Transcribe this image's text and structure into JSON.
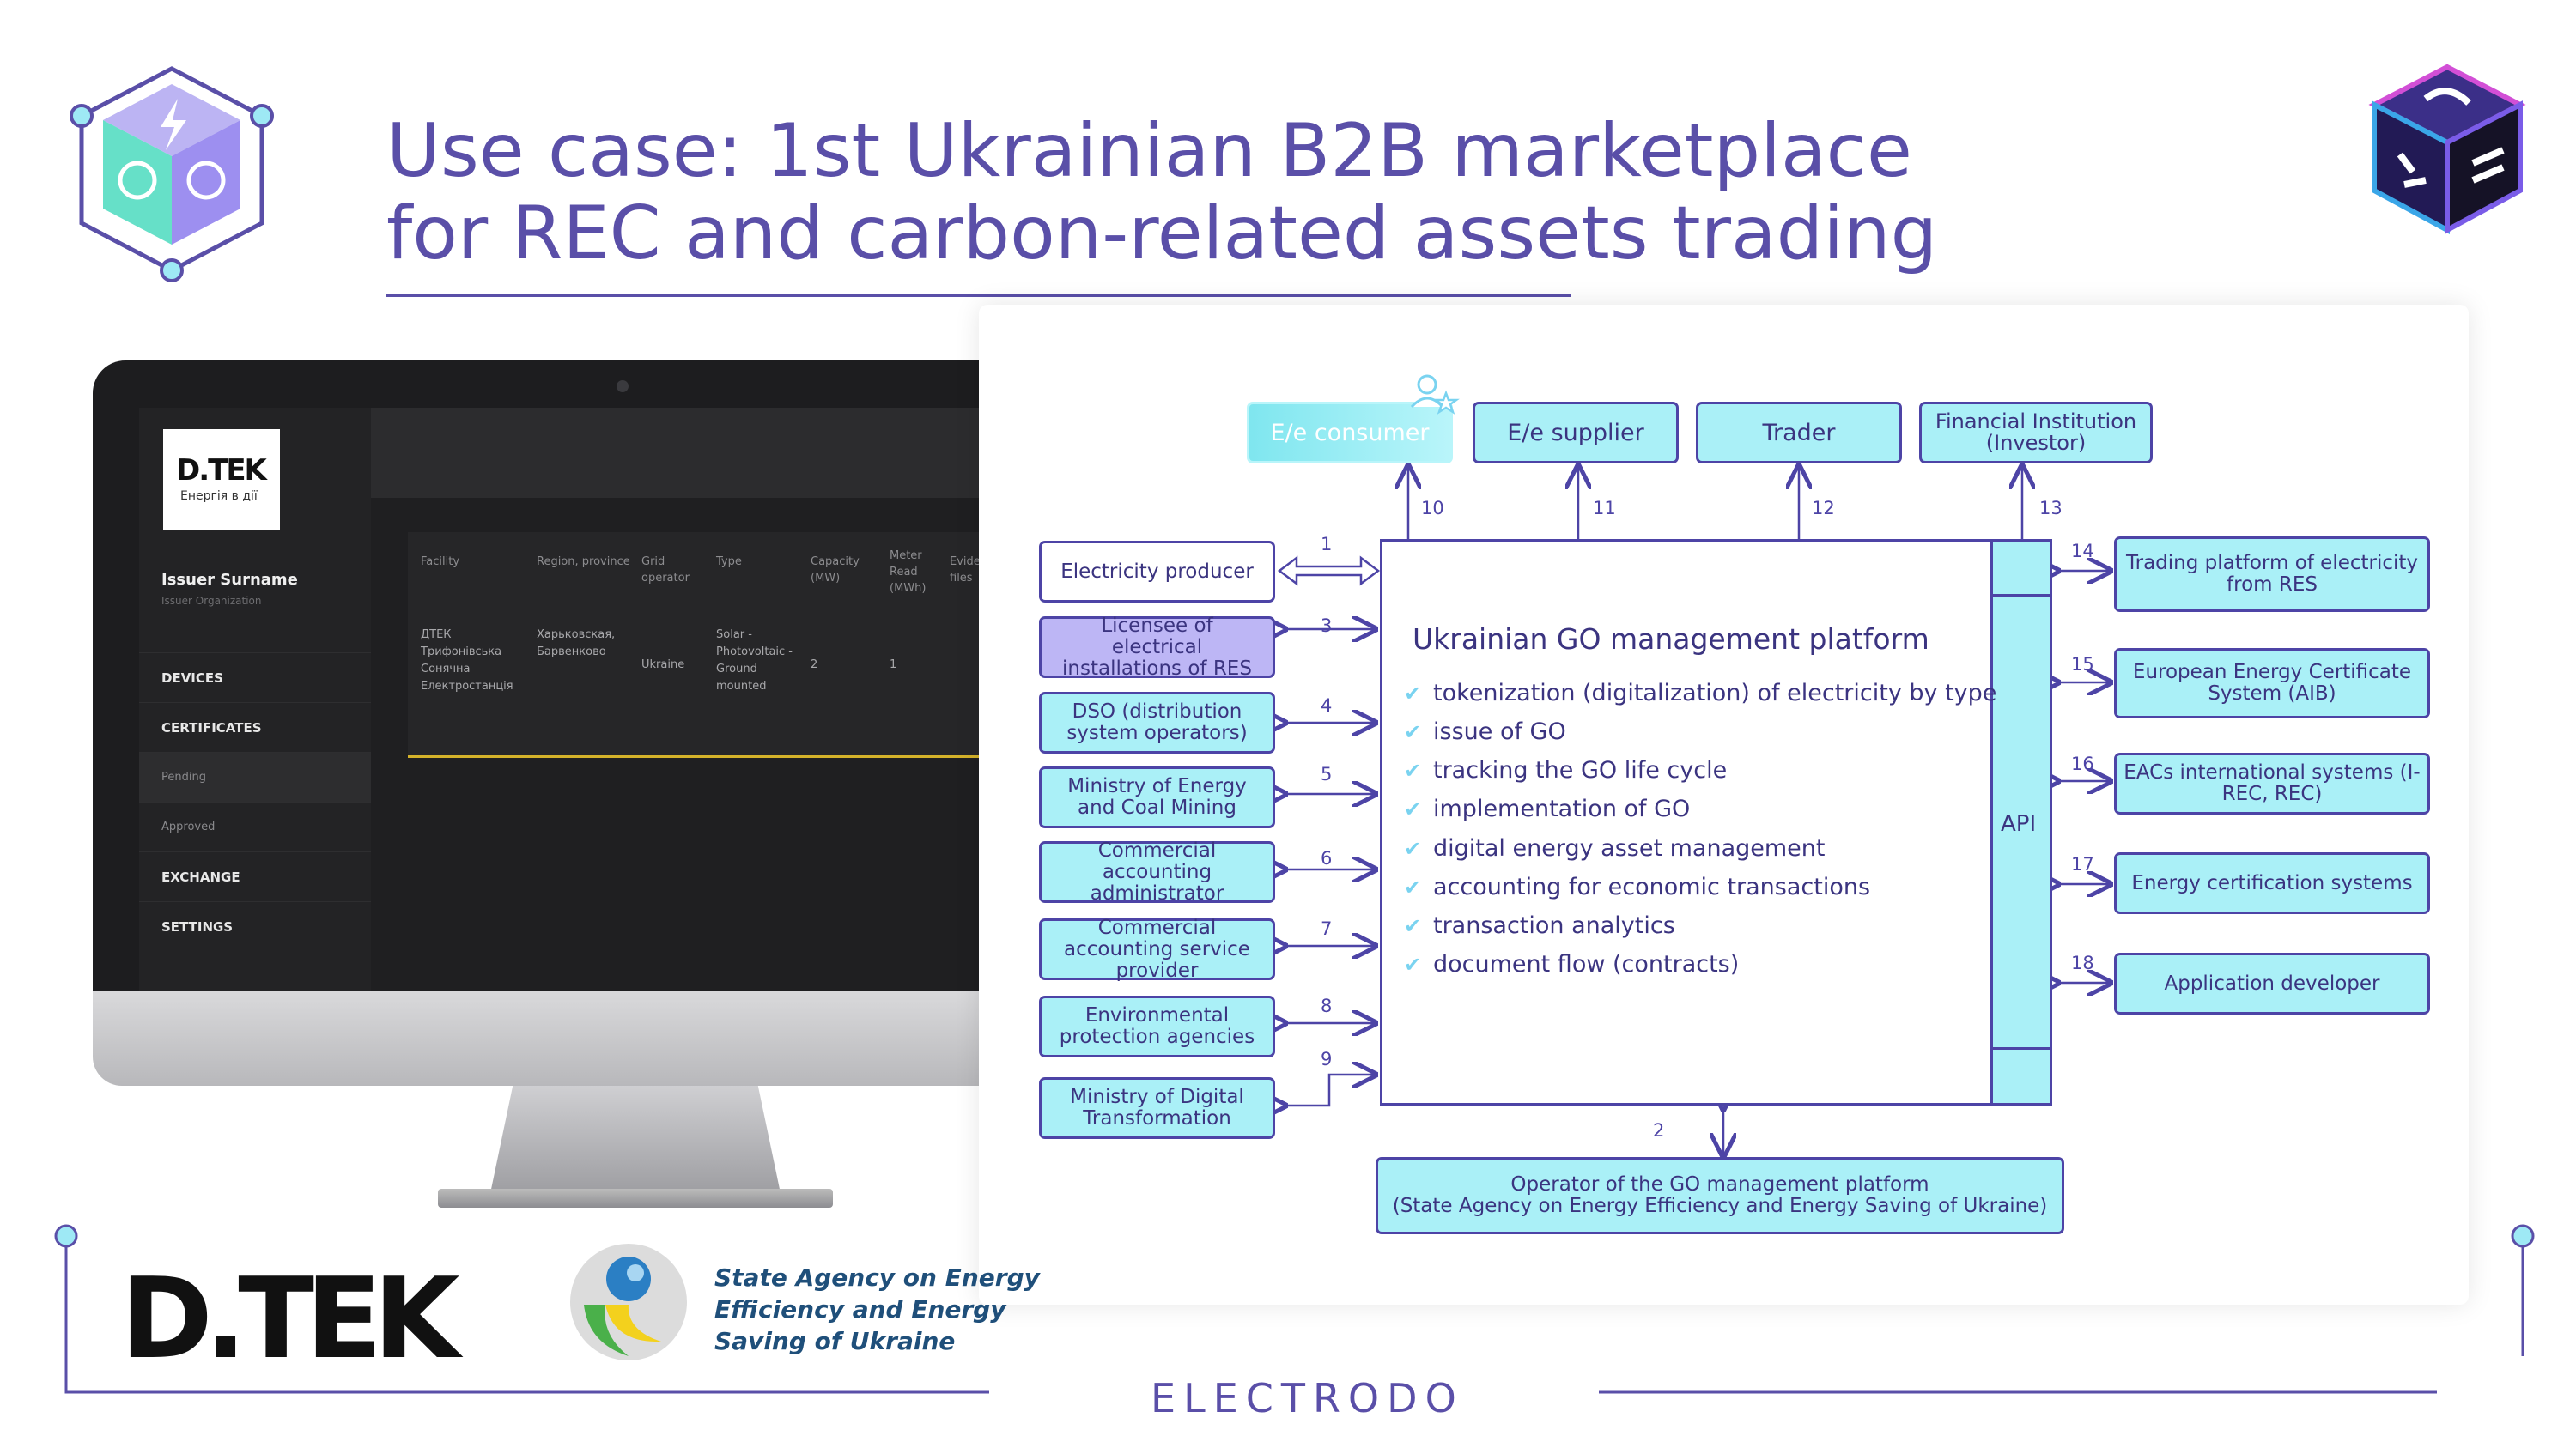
{
  "title": {
    "line1": "Use case: 1st Ukrainian B2B marketplace",
    "line2": "for REC and carbon-related assets trading"
  },
  "monitor": {
    "logo": "D.TEK",
    "logo_sub": "Енергія в дії",
    "issuer_name": "Issuer Surname",
    "issuer_org": "Issuer Organization",
    "nav": [
      "DEVICES",
      "CERTIFICATES",
      "Pending",
      "Approved",
      "EXCHANGE",
      "SETTINGS"
    ],
    "table_headers": [
      "Facility",
      "Region, province",
      "Grid operator",
      "Type",
      "Capacity (MW)",
      "Meter Read (MWh)",
      "Evide files"
    ],
    "table_row": [
      "ДТЕК Трифонівська Сонячна Електростанція",
      "Харьковская, Барвенково",
      "Ukraine",
      "Solar - Photovoltaic - Ground mounted",
      "2",
      "1",
      ""
    ]
  },
  "diagram": {
    "top_boxes": [
      "E/e consumer",
      "E/e supplier",
      "Trader",
      "Financial Institution",
      "(Investor)"
    ],
    "left_boxes": [
      "Electricity producer",
      "Licensee of electrical installations of RES",
      "DSO (distribution system operators)",
      "Ministry of Energy and Coal Mining",
      "Commercial accounting administrator",
      "Commercial accounting service provider",
      "Environmental protection agencies",
      "Ministry of Digital Transformation"
    ],
    "right_boxes": [
      "Trading platform of electricity from RES",
      "European Energy Certificate System (AIB)",
      "EACs international systems (I-REC, REC)",
      "Energy certification systems",
      "Application developer"
    ],
    "main_title": "Ukrainian GO management platform",
    "features": [
      "tokenization (digitalization) of electricity by type",
      "issue of GO",
      "tracking the GO life cycle",
      "implementation of GO",
      "digital energy asset management",
      "accounting for economic transactions",
      "transaction analytics",
      "document flow (contracts)"
    ],
    "api_label": "API",
    "operator_line1": "Operator of the GO management platform",
    "operator_line2": "(State Agency on Energy Efficiency and Energy Saving of Ukraine)",
    "numbers": [
      "1",
      "2",
      "3",
      "4",
      "5",
      "6",
      "7",
      "8",
      "9",
      "10",
      "11",
      "12",
      "13",
      "14",
      "15",
      "16",
      "17",
      "18"
    ]
  },
  "footer": {
    "dtek_logo": "D.TEK",
    "state_agency": [
      "State Agency on Energy",
      "Efficiency and Energy",
      "Saving of Ukraine"
    ],
    "brand": "ELECTRODO"
  },
  "colors": {
    "accent": "#5a4fa8",
    "box_fill": "#aaf0f7",
    "violet_fill": "#bdb6f5",
    "border": "#4d44a6"
  }
}
